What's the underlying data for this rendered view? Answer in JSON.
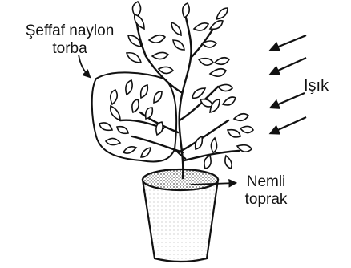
{
  "labels": {
    "bag_line1": "Şeffaf naylon",
    "bag_line2": "torba",
    "light": "Işık",
    "soil_line1": "Nemli",
    "soil_line2": "toprak"
  },
  "colors": {
    "ink": "#111111",
    "leaf_fill": "#ffffff",
    "soil": "#8a8a8a",
    "pot": "#d9d9d9"
  }
}
